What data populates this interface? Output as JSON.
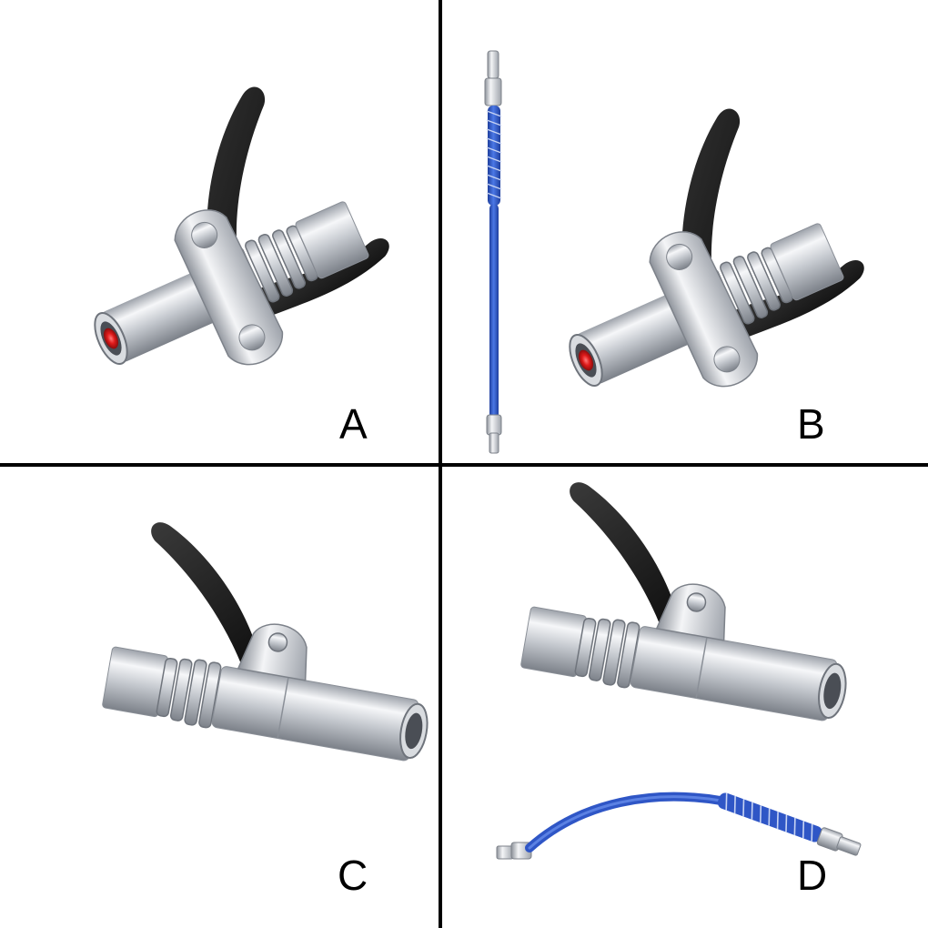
{
  "panels": [
    {
      "label": "A",
      "items": [
        "grease-coupler-double-handle-red-tip"
      ]
    },
    {
      "label": "B",
      "items": [
        "flex-hose-blue-straight",
        "grease-coupler-double-handle-red-tip"
      ]
    },
    {
      "label": "C",
      "items": [
        "grease-coupler-single-lever"
      ]
    },
    {
      "label": "D",
      "items": [
        "grease-coupler-single-lever",
        "flex-hose-blue-curved"
      ]
    }
  ],
  "colors": {
    "divider": "#000000",
    "handle": "#1b1b1b",
    "chrome": "#c9ccd1",
    "hose": "#2f56c6",
    "tip": "#e01b1b"
  }
}
